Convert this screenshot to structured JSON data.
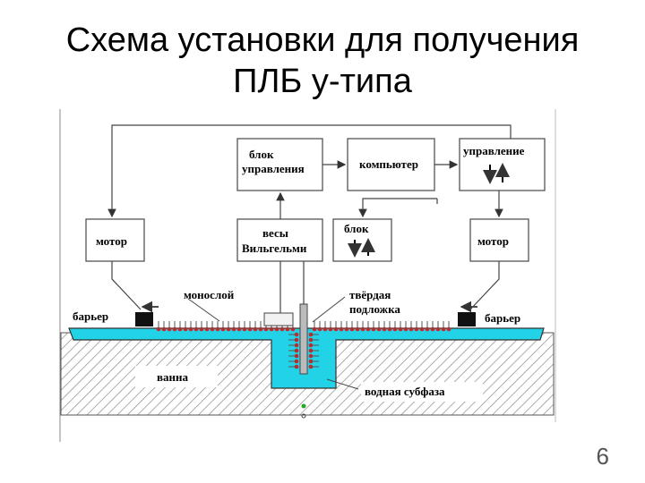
{
  "slide": {
    "title_line1": "Схема установки для получения",
    "title_line2": "ПЛБ y-типа",
    "page_number": "6"
  },
  "diagram": {
    "labels": {
      "control_unit_1": "блок",
      "control_unit_2": "управления",
      "computer": "компьютер",
      "control": "управление",
      "motor_left": "мотор",
      "motor_right": "мотор",
      "scales_1": "весы",
      "scales_2": "Вильгельми",
      "block": "блок",
      "monolayer": "монослой",
      "solid_1": "твёрдая",
      "solid_2": "подложка",
      "barrier_left": "барьер",
      "barrier_right": "барьер",
      "bath": "ванна",
      "subphase": "водная субфаза"
    },
    "colors": {
      "water": "#22d3e8",
      "molecules": "#d82020",
      "hatch": "#8a8a8a",
      "box_border": "#555555"
    }
  }
}
